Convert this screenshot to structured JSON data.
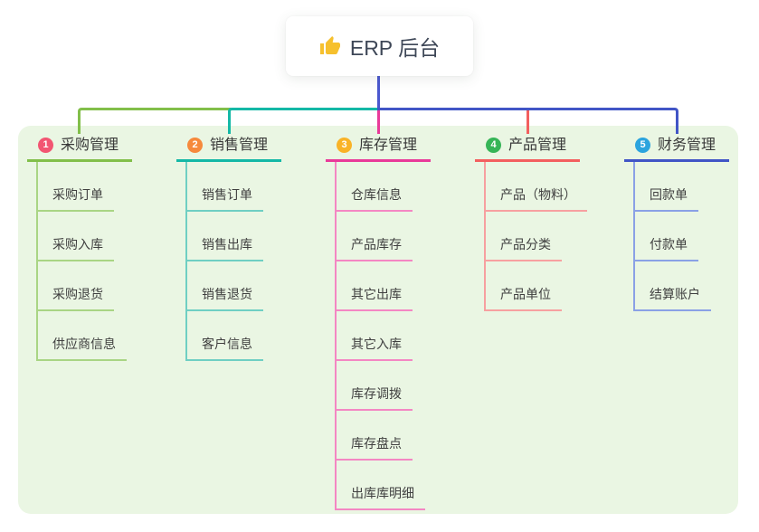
{
  "colors": {
    "page_bg": "#ffffff",
    "canvas_bg": "#eaf6e3",
    "text": "#3f3f3f",
    "root_text": "#3e4757"
  },
  "root": {
    "label": "ERP 后台",
    "icon": "thumbs-up-icon",
    "icon_color": "#f6c02d",
    "connector_color": "#4b58cf"
  },
  "branches": [
    {
      "index": "1",
      "label": "采购管理",
      "badge_color": "#f25572",
      "line_color": "#82bf4a",
      "child_line_color": "#a9d584",
      "children": [
        "采购订单",
        "采购入库",
        "采购退货",
        "供应商信息"
      ]
    },
    {
      "index": "2",
      "label": "销售管理",
      "badge_color": "#f6893c",
      "line_color": "#14b8a6",
      "child_line_color": "#6fcfc3",
      "children": [
        "销售订单",
        "销售出库",
        "销售退货",
        "客户信息"
      ]
    },
    {
      "index": "3",
      "label": "库存管理",
      "badge_color": "#f9b327",
      "line_color": "#e93a99",
      "child_line_color": "#f487c3",
      "children": [
        "仓库信息",
        "产品库存",
        "其它出库",
        "其它入库",
        "库存调拨",
        "库存盘点",
        "出库库明细"
      ]
    },
    {
      "index": "4",
      "label": "产品管理",
      "badge_color": "#36b557",
      "line_color": "#f35f5f",
      "child_line_color": "#f7a0a0",
      "children": [
        "产品（物料）",
        "产品分类",
        "产品单位"
      ]
    },
    {
      "index": "5",
      "label": "财务管理",
      "badge_color": "#2ba4de",
      "line_color": "#4155c6",
      "child_line_color": "#8aa1e6",
      "children": [
        "回款单",
        "付款单",
        "结算账户"
      ]
    }
  ]
}
